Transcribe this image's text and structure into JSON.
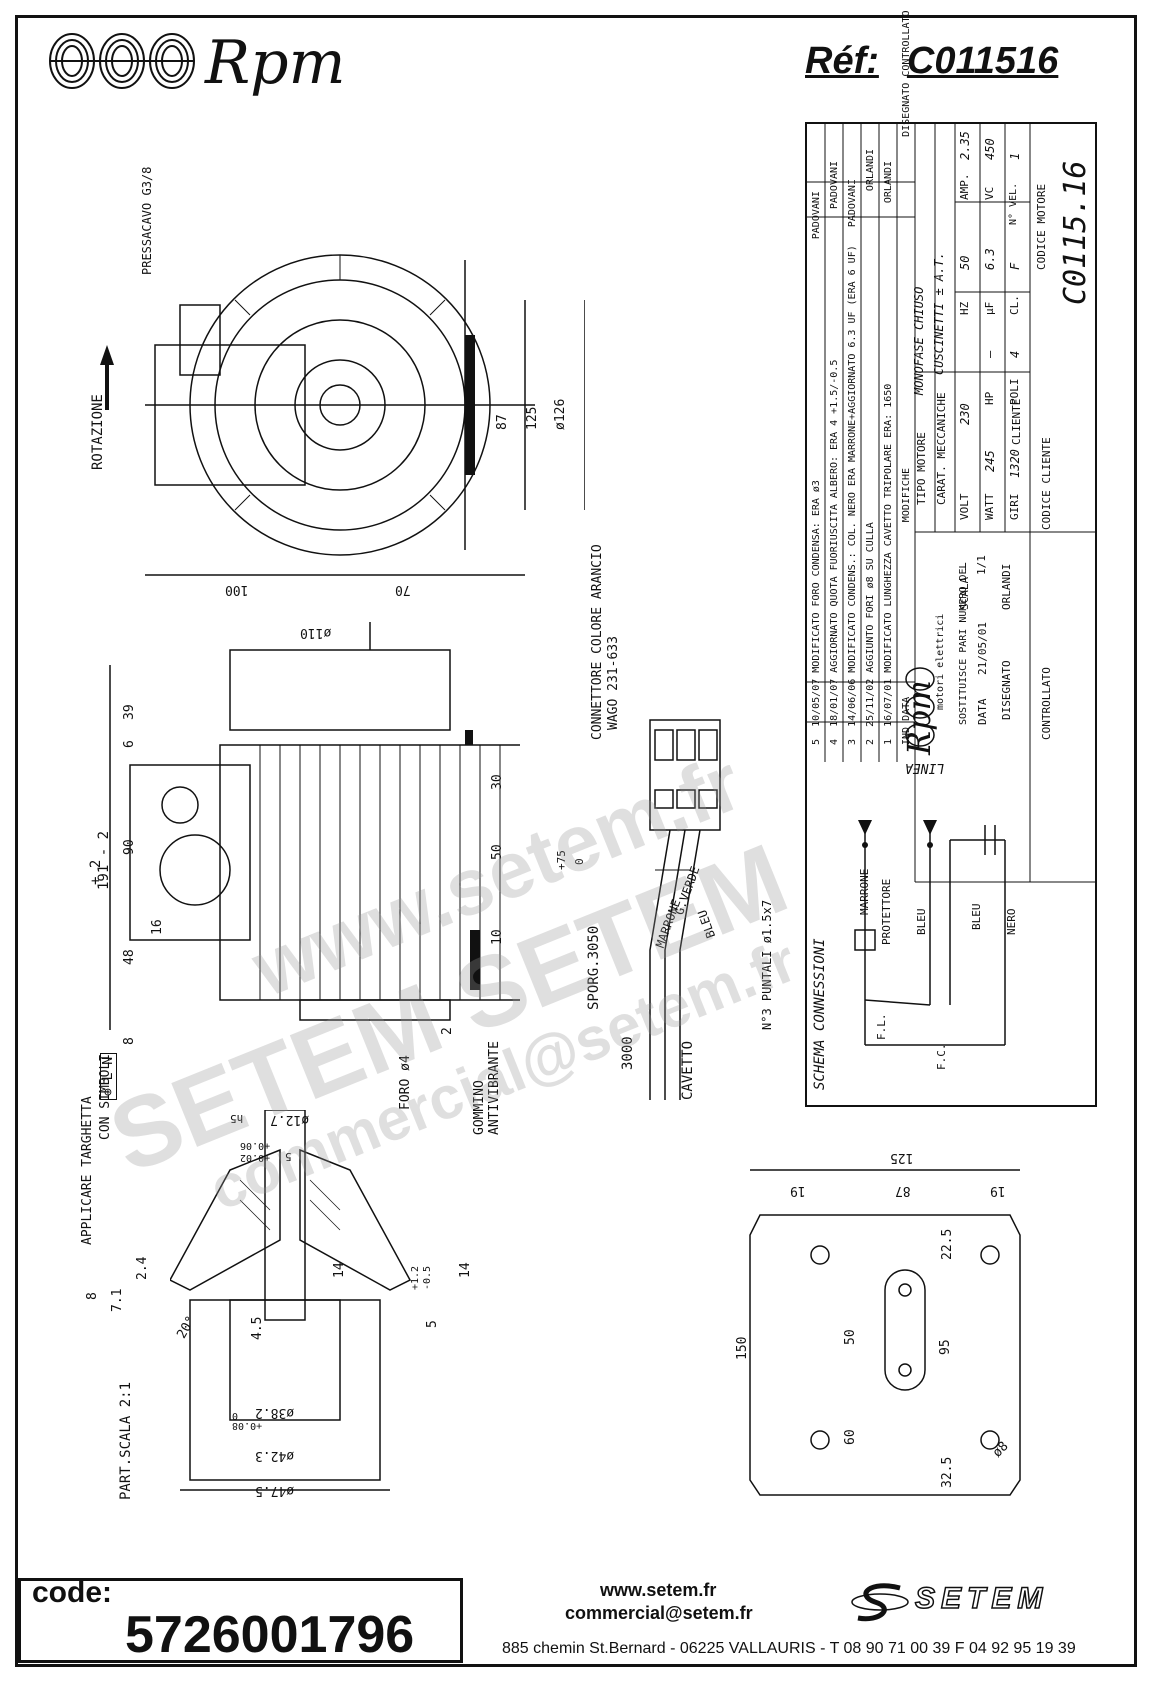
{
  "header": {
    "brand": "Rpm",
    "ref_label": "Réf:",
    "ref_value": "C011516"
  },
  "revisions": [
    {
      "n": "5",
      "date": "10/05/07",
      "text": "MODIFICATO FORO CONDENSA: ERA ø3",
      "by": "PADOVANI"
    },
    {
      "n": "4",
      "date": "18/01/07",
      "text": "AGGIORNATO QUOTA FUORIUSCITA ALBERO: ERA 4 +1.5/-0.5",
      "by": "PADOVANI"
    },
    {
      "n": "3",
      "date": "14/06/06",
      "text": "MODIFICATO CONDENS.: COL. NERO ERA MARRONE+AGGIORNATO 6.3 UF (ERA 6 UF)",
      "by": "PADOVANI"
    },
    {
      "n": "2",
      "date": "25/11/02",
      "text": "AGGIUNTO FORI ø8 SU CULLA",
      "by": "ORLANDI"
    },
    {
      "n": "1",
      "date": "16/07/01",
      "text": "MODIFICATO LUNGHEZZA CAVETTO TRIPOLARE ERA: 1650",
      "by": "ORLANDI"
    }
  ],
  "rev_headers": {
    "ind": "IND",
    "data": "DATA",
    "modifiche": "MODIFICHE",
    "disegnato": "DISEGNATO",
    "controllato": "CONTROLLATO"
  },
  "title_block": {
    "brand": "Rpm",
    "brand_sub": "motori elettrici",
    "tipo_label": "TIPO MOTORE",
    "tipo_value": "MONOFASE CHIUSO",
    "carat_label": "CARAT. MECCANICHE",
    "carat_value": "CUSCINETTI ± A.T.",
    "volt_label": "VOLT",
    "volt": "230",
    "hz_label": "HZ",
    "hz": "50",
    "amp_label": "AMP.",
    "amp": "2.35",
    "watt_label": "WATT",
    "watt": "245",
    "hp_label": "HP",
    "hp": "–",
    "uf_label": "µF",
    "uf": "6.3",
    "vc_label": "VC",
    "vc": "450",
    "giri_label": "GIRI",
    "giri": "1320",
    "poli_label": "POLI",
    "poli": "4",
    "cl_label": "CL.",
    "cl": "F",
    "nvel_label": "N° VEL.",
    "nvel": "1",
    "cliente_label": "CLIENTE",
    "codice_cliente_label": "CODICE CLIENTE",
    "codice_motore_label": "CODICE MOTORE",
    "codice_motore": "C0115.16",
    "sostituisce_label": "SOSTITUISCE PARI NUMERO DEL",
    "sostituisce": "–",
    "scala_label": "SCALA",
    "scala": "1/1",
    "data_label": "DATA",
    "data": "21/05/01",
    "disegnato_label": "DISEGNATO",
    "disegnato": "ORLANDI",
    "controllato_label": "CONTROLLATO"
  },
  "schema": {
    "title": "SCHEMA CONNESSIONI",
    "linea": "LINEA",
    "marrone": "MARRONE",
    "protettore": "PROTETTORE",
    "bleu1": "BLEU",
    "bleu2": "BLEU",
    "nero": "NERO",
    "fl": "F.L.",
    "fc": "F.C."
  },
  "front_view": {
    "rotazione": "ROTAZIONE",
    "pressacavo": "PRESSACAVO G3/8",
    "dims": [
      "87",
      "125",
      "ø126",
      "100",
      "70"
    ]
  },
  "side_view": {
    "dims": [
      "ø110",
      "39",
      "6",
      "90",
      "16",
      "48",
      "8",
      "30",
      "50",
      "10",
      "2"
    ],
    "overall": "191 - 2",
    "overall_tol": "+ 2",
    "foro": "FORO ø4",
    "gommino": "GOMMINO ANTIVIBRANTE",
    "applicare": "APPLICARE TARGHETTA",
    "con_simboli": "CON SIMBOLI",
    "simboli": "⊕ L N"
  },
  "connector": {
    "connettore": "CONNETTORE COLORE ARANCIO",
    "wago": "WAGO 231-633",
    "marrone": "MARRONE",
    "gverde": "G.VERDE",
    "bleu": "BLEU",
    "sporg": "SPORG.3050",
    "sporg_tol_plus": "+75",
    "sporg_tol_minus": "0",
    "puntali": "N°3 PUNTALI ø1.5x7",
    "len": "3000",
    "cavetto": "CAVETTO"
  },
  "detail": {
    "part_scala": "PART.SCALA 2:1",
    "dims": [
      "ø12.7",
      "5",
      "2.4",
      "7.1",
      "8",
      "4.5",
      "14",
      "14",
      "5",
      "20°",
      "ø38.2",
      "ø42.3",
      "ø47.5"
    ],
    "tol_a": "+0.06",
    "tol_b": "+0.02",
    "tol_c": "+1.2",
    "tol_d": "-0.5",
    "tol_e": "+0.08",
    "tol_f": "0",
    "h5": "h5"
  },
  "cradle": {
    "dims": [
      "125",
      "87",
      "19",
      "19",
      "22.5",
      "150",
      "50",
      "95",
      "60",
      "32.5",
      "ø8"
    ]
  },
  "watermark": {
    "w1": "www.setem.fr",
    "w2": "SETEM SETEM",
    "w3": "commercial@setem.fr"
  },
  "footer": {
    "code_label": "code:",
    "code_value": "5726001796",
    "web": "www.setem.fr",
    "email": "commercial@setem.fr",
    "brand": "SETEM",
    "address": "885 chemin St.Bernard  -  06225 VALLAURIS  -  T 08 90 71 00 39  F 04 92 95 19 39"
  }
}
